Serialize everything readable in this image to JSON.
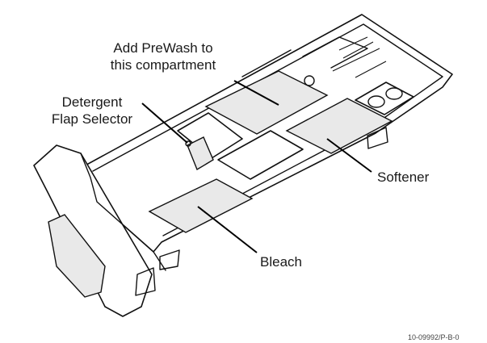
{
  "labels": {
    "prewash_line1": "Add PreWash to",
    "prewash_line2": "this compartment",
    "detergent_line1": "Detergent",
    "detergent_line2": "Flap Selector",
    "softener": "Softener",
    "bleach": "Bleach"
  },
  "part_code": "10-09992/P-B-0"
}
